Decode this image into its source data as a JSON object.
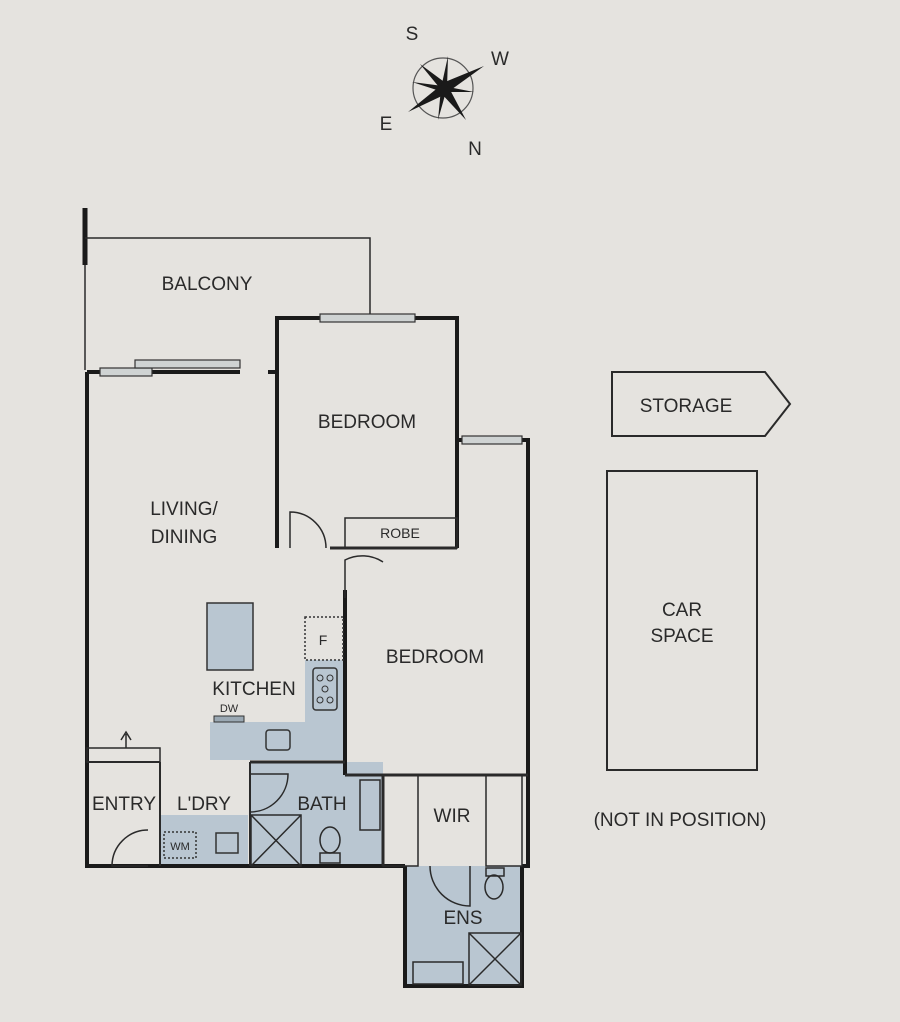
{
  "compass": {
    "s": "S",
    "w": "W",
    "e": "E",
    "n": "N"
  },
  "rooms": {
    "balcony": "BALCONY",
    "bedroom1": "BEDROOM",
    "robe": "ROBE",
    "living_line1": "LIVING/",
    "living_line2": "DINING",
    "bedroom2": "BEDROOM",
    "kitchen": "KITCHEN",
    "dw": "DW",
    "fridge": "F",
    "entry": "ENTRY",
    "laundry": "L'DRY",
    "wm": "WM",
    "bath": "BATH",
    "wir": "WIR",
    "ens": "ENS"
  },
  "extras": {
    "storage": "STORAGE",
    "car_line1": "CAR",
    "car_line2": "SPACE",
    "note": "(NOT IN POSITION)"
  },
  "colors": {
    "wet_area": "#b9c6d1",
    "background": "#e5e3df"
  }
}
